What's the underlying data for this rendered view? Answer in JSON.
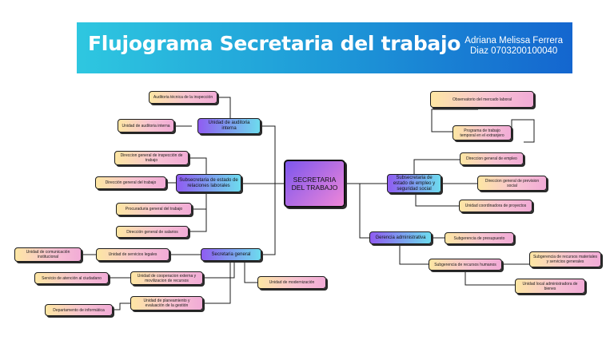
{
  "header": {
    "title": "Flujograma Secretaria del trabajo",
    "author_line1": "Adriana Melissa Ferrera",
    "author_line2": "Diaz 0703200100040"
  },
  "nodes": {
    "root": "SECRETARIA DEL TRABAJO",
    "auditoria_interna": "Unidad de auditoria interna",
    "auditoria_tecnica": "Auditoria técnica de la inspección",
    "unidad_auditoria_interna": "Unidad de auditoria interna",
    "subsecretaria_relaciones": "Subsecretaria de estado de relaciones laborales",
    "inspeccion_trabajo": "Direccion general de inspección de trabajo",
    "direccion_trabajo": "Dirección general del trabajo",
    "procuraduria": "Procuraduria general del trabajo",
    "direccion_salarios": "Dirección general de salarios",
    "secretaria_general": "Secretaria general",
    "servicios_legales": "Unidad de servicios legales",
    "comunicacion_institucional": "Unidad de comunicación institucional",
    "cooperacion_externa": "Unidad de cooperacion externa y movilizacion de recursos",
    "atencion_ciudadano": "Servicio de atención al ciudadano",
    "planeamiento": "Unidad de planeamiento y evaluación de la gestión",
    "informatica": "Departamento de informática",
    "modernizacion": "Unidad de modernización",
    "subsecretaria_empleo": "Subsecretaria de estado de empleo y seguridad social",
    "observatorio": "Observatorio del mercado laboral",
    "trabajo_temporal": "Programa de trabajo temporal en el extranjero",
    "direccion_empleo": "Direccion general de empleo",
    "prevision_social": "Direccion general de prevision social",
    "coordinadora_proyectos": "Unidad coordinadora de proyectos",
    "gerencia_administrativa": "Gerencia administrativa",
    "subgerencia_presupuesto": "Subgerencia de presupuesto",
    "subgerencia_rrhh": "Subgerencia de recursos humanos",
    "subgerencia_materiales": "Subgerencia de recursos materiales y servicios generales",
    "administradora_bienes": "Unidad local administradora de bienes"
  }
}
